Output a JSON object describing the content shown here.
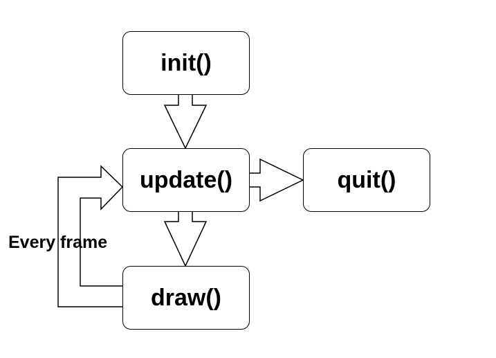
{
  "nodes": {
    "init": "init()",
    "update": "update()",
    "quit": "quit()",
    "draw": "draw()"
  },
  "loop_label": "Every frame",
  "colors": {
    "stroke": "#000000",
    "fill": "#ffffff"
  }
}
